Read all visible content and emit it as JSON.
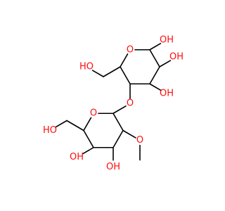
{
  "molecule": {
    "atoms": [
      {
        "id": "ring1-o",
        "label": "O",
        "color": "#ff0d0d"
      },
      {
        "id": "ring1-c1",
        "label": "",
        "color": "#000000"
      },
      {
        "id": "ring1-c2",
        "label": "",
        "color": "#000000"
      },
      {
        "id": "ring1-c3",
        "label": "",
        "color": "#000000"
      },
      {
        "id": "ring1-c4",
        "label": "",
        "color": "#000000"
      },
      {
        "id": "ring1-c5",
        "label": "",
        "color": "#000000"
      },
      {
        "id": "oh-1",
        "label": "OH",
        "color": "#ff0d0d"
      },
      {
        "id": "oh-2",
        "label": "OH",
        "color": "#ff0d0d"
      },
      {
        "id": "oh-3",
        "label": "OH",
        "color": "#ff0d0d"
      },
      {
        "id": "ch2-1",
        "label": "",
        "color": "#000000"
      },
      {
        "id": "ho-1",
        "label": "HO",
        "color": "#ff0d0d"
      },
      {
        "id": "link-o",
        "label": "O",
        "color": "#ff0d0d"
      },
      {
        "id": "ring2-o",
        "label": "O",
        "color": "#ff0d0d"
      },
      {
        "id": "ring2-c1",
        "label": "",
        "color": "#000000"
      },
      {
        "id": "ring2-c2",
        "label": "",
        "color": "#000000"
      },
      {
        "id": "ring2-c3",
        "label": "",
        "color": "#000000"
      },
      {
        "id": "ring2-c4",
        "label": "",
        "color": "#000000"
      },
      {
        "id": "ring2-c5",
        "label": "",
        "color": "#000000"
      },
      {
        "id": "ome-o",
        "label": "O",
        "color": "#ff0d0d"
      },
      {
        "id": "ome-c",
        "label": "",
        "color": "#000000"
      },
      {
        "id": "oh-4",
        "label": "OH",
        "color": "#ff0d0d"
      },
      {
        "id": "oh-5",
        "label": "OH",
        "color": "#ff0d0d"
      },
      {
        "id": "ch2-2",
        "label": "",
        "color": "#000000"
      },
      {
        "id": "ho-2",
        "label": "HO",
        "color": "#ff0d0d"
      }
    ],
    "bonds": [
      [
        "ring1-o",
        "ring1-c1"
      ],
      [
        "ring1-c1",
        "ring1-c2"
      ],
      [
        "ring1-c2",
        "ring1-c3"
      ],
      [
        "ring1-c3",
        "ring1-c4"
      ],
      [
        "ring1-c4",
        "ring1-c5"
      ],
      [
        "ring1-c5",
        "ring1-o"
      ],
      [
        "ring1-c1",
        "oh-1"
      ],
      [
        "ring1-c2",
        "oh-2"
      ],
      [
        "ring1-c3",
        "oh-3"
      ],
      [
        "ring1-c5",
        "ch2-1"
      ],
      [
        "ch2-1",
        "ho-1"
      ],
      [
        "ring1-c4",
        "link-o"
      ],
      [
        "link-o",
        "ring2-c1"
      ],
      [
        "ring2-c1",
        "ring2-o"
      ],
      [
        "ring2-o",
        "ring2-c5"
      ],
      [
        "ring2-c5",
        "ring2-c4"
      ],
      [
        "ring2-c4",
        "ring2-c3"
      ],
      [
        "ring2-c3",
        "ring2-c2"
      ],
      [
        "ring2-c2",
        "ring2-c1"
      ],
      [
        "ring2-c2",
        "ome-o"
      ],
      [
        "ome-o",
        "ome-c"
      ],
      [
        "ring2-c3",
        "oh-4"
      ],
      [
        "ring2-c4",
        "oh-5"
      ],
      [
        "ring2-c5",
        "ch2-2"
      ],
      [
        "ch2-2",
        "ho-2"
      ]
    ]
  }
}
